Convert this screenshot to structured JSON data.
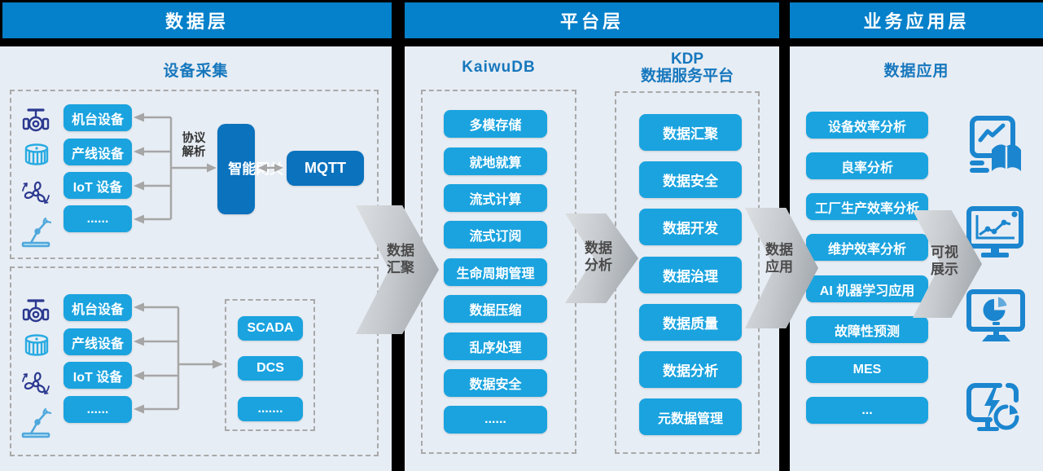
{
  "headers": [
    "数据层",
    "平台层",
    "业务应用层"
  ],
  "data_layer": {
    "section_title": "设备采集",
    "collection_group": {
      "device_icons": [
        "valve-icon",
        "drum-icon",
        "fan-icon",
        "robot-arm-icon"
      ],
      "devices": [
        "机台设备",
        "产线设备",
        "IoT 设备",
        "......"
      ],
      "protocol_label_line1": "协议",
      "protocol_label_line2": "解析",
      "gateway_label": "智能网关",
      "mqtt_label": "MQTT"
    },
    "scada_group": {
      "device_icons": [
        "valve-icon",
        "drum-icon",
        "fan-icon",
        "robot-arm-icon"
      ],
      "devices": [
        "机台设备",
        "产线设备",
        "IoT 设备",
        "......"
      ],
      "systems": [
        "SCADA",
        "DCS",
        "......."
      ]
    }
  },
  "platform_layer": {
    "kaiwudb": {
      "title": "KaiwuDB",
      "items": [
        "多模存储",
        "就地就算",
        "流式计算",
        "流式订阅",
        "生命周期管理",
        "数据压缩",
        "乱序处理",
        "数据安全",
        "......"
      ]
    },
    "kdp": {
      "title_line1": "KDP",
      "title_line2": "数据服务平台",
      "items": [
        "数据汇聚",
        "数据安全",
        "数据开发",
        "数据治理",
        "数据质量",
        "数据分析",
        "元数据管理"
      ]
    }
  },
  "application_layer": {
    "section_title": "数据应用",
    "apps": [
      "设备效率分析",
      "良率分析",
      "工厂生产效率分析",
      "维护效率分析",
      "AI 机器学习应用",
      "故障性预测",
      "MES",
      "..."
    ],
    "display_icons": [
      "report-analytics-icon",
      "monitor-trend-icon",
      "monitor-pie-icon",
      "monitor-power-icon"
    ]
  },
  "flow_arrows": [
    {
      "line1": "数据",
      "line2": "汇聚"
    },
    {
      "line1": "数据",
      "line2": "分析"
    },
    {
      "line1": "数据",
      "line2": "应用"
    },
    {
      "line1": "可视",
      "line2": "展示"
    }
  ],
  "colors": {
    "header_bg": "#0580CA",
    "panel_bg": "#E7EDF4",
    "pill_blue": "#1AA3DF",
    "dark_blue": "#0B72BE",
    "title_blue": "#1677BD",
    "connector_gray": "#A6A6A6",
    "arrow_gray": "#B9BEC3",
    "page_bg": "#000000"
  }
}
